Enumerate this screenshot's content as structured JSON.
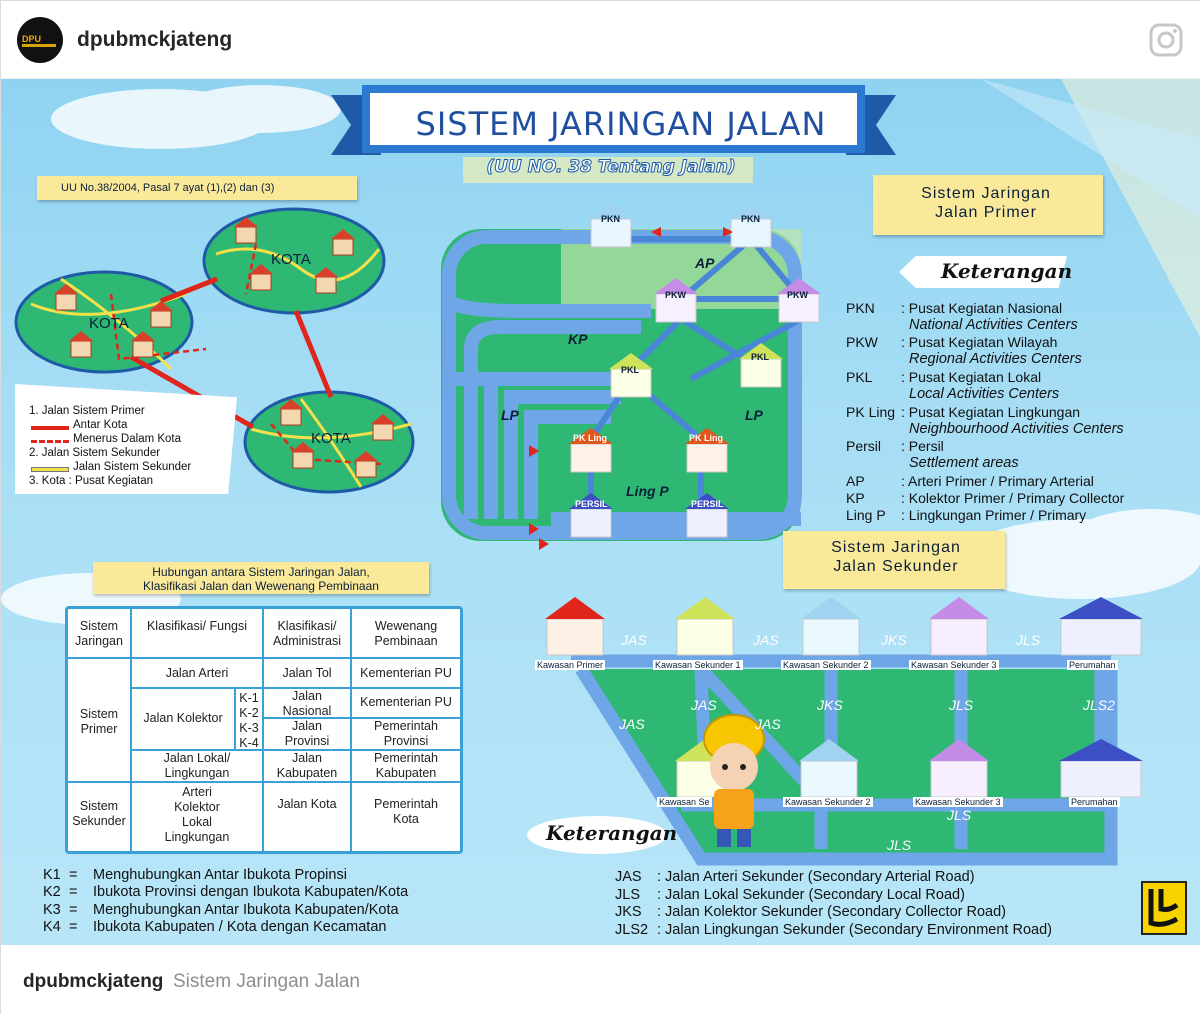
{
  "header": {
    "username": "dpubmckjateng",
    "avatar_icon": "dpu-logo-icon",
    "app_icon": "instagram-icon"
  },
  "post": {
    "title": "SISTEM JARINGAN JALAN",
    "subtitle": "(UU NO. 38 Tentang Jalan)",
    "uu_reference": "UU No.38/2004, Pasal 7 ayat (1),(2) dan (3)",
    "kota_labels": [
      "KOTA",
      "KOTA",
      "KOTA"
    ],
    "legend_left": [
      "1. Jalan Sistem Primer",
      "Antar Kota",
      "Menerus Dalam Kota",
      "2. Jalan Sistem Sekunder",
      "Jalan Sistem Sekunder",
      "3. Kota : Pusat Kegiatan"
    ],
    "primer": {
      "tag_line1": "Sistem Jaringan",
      "tag_line2": "Jalan Primer",
      "diagram_labels": {
        "pkn": "PKN",
        "pkw": "PKW",
        "pkl": "PKL",
        "pk_ling": "PK Ling",
        "persil": "PERSIL",
        "ap": "AP",
        "kp": "KP",
        "lp": "LP",
        "ling_p": "Ling P"
      }
    },
    "keterangan_title": "Keterangan",
    "keterangan_primer": [
      {
        "abbr": "PKN",
        "desc": ": Pusat Kegiatan Nasional",
        "en": "National Activities Centers"
      },
      {
        "abbr": "PKW",
        "desc": ": Pusat Kegiatan Wilayah",
        "en": "Regional Activities Centers"
      },
      {
        "abbr": "PKL",
        "desc": ": Pusat Kegiatan Lokal",
        "en": "Local Activities Centers"
      },
      {
        "abbr": "PK Ling",
        "desc": ": Pusat Kegiatan Lingkungan",
        "en": "Neighbourhood Activities Centers"
      },
      {
        "abbr": "Persil",
        "desc": ": Persil",
        "en": "Settlement areas"
      },
      {
        "abbr": "AP",
        "desc": ": Arteri Primer / Primary Arterial",
        "en": ""
      },
      {
        "abbr": "KP",
        "desc": ": Kolektor Primer / Primary Collector",
        "en": ""
      },
      {
        "abbr": "Ling P",
        "desc": ": Lingkungan Primer / Primary",
        "en": ""
      }
    ],
    "sekunder": {
      "tag_line1": "Sistem Jaringan",
      "tag_line2": "Jalan Sekunder",
      "kawasan_top": [
        "Kawasan Primer",
        "Kawasan Sekunder 1",
        "Kawasan Sekunder 2",
        "Kawasan Sekunder 3",
        "Perumahan"
      ],
      "kawasan_bottom": [
        "Kawasan Se",
        "Kawasan Sekunder 2",
        "Kawasan Sekunder 3",
        "Perumahan"
      ],
      "road_labels": {
        "jas": "JAS",
        "jks": "JKS",
        "jls": "JLS",
        "jls2": "JLS2"
      }
    },
    "hubungan_title_line1": "Hubungan antara Sistem Jaringan Jalan,",
    "hubungan_title_line2": "Klasifikasi Jalan dan Wewenang Pembinaan",
    "table": {
      "headers": [
        "Sistem Jaringan",
        "Klasifikasi/ Fungsi",
        "Klasifikasi/ Administrasi",
        "Wewenang Pembinaan"
      ],
      "sistem_primer": "Sistem Primer",
      "sistem_sekunder": "Sistem Sekunder",
      "jalan_arteri": "Jalan Arteri",
      "jalan_tol": "Jalan Tol",
      "kementerian_pu_1": "Kementerian PU",
      "jalan_kolektor": "Jalan Kolektor",
      "k_levels": [
        "K-1",
        "K-2",
        "K-3",
        "K-4"
      ],
      "jalan_nasional": "Jalan Nasional",
      "kementerian_pu_2": "Kementerian PU",
      "jalan_provinsi": "Jalan Provinsi",
      "pemerintah_provinsi": "Pemerintah Provinsi",
      "jalan_lokal": "Jalan Lokal/ Lingkungan",
      "jalan_kabupaten": "Jalan Kabupaten",
      "pemerintah_kabupaten": "Pemerintah Kabupaten",
      "sekunder_fungsi": "Arteri Kolektor Lokal Lingkungan",
      "jalan_kota": "Jalan Kota",
      "pemerintah_kota": "Pemerintah Kota"
    },
    "k_notes": [
      {
        "k": "K1",
        "eq": "=",
        "text": "Menghubungkan Antar Ibukota Propinsi"
      },
      {
        "k": "K2",
        "eq": "=",
        "text": "Ibukota Provinsi dengan Ibukota Kabupaten/Kota"
      },
      {
        "k": "K3",
        "eq": "=",
        "text": "Menghubungkan Antar Ibukota Kabupaten/Kota"
      },
      {
        "k": "K4",
        "eq": "=",
        "text": "Ibukota Kabupaten / Kota dengan Kecamatan"
      }
    ],
    "keterangan_sekunder": [
      {
        "abbr": "JAS",
        "desc": ": Jalan Arteri Sekunder (Secondary Arterial Road)"
      },
      {
        "abbr": "JLS",
        "desc": ": Jalan Lokal Sekunder (Secondary Local Road)"
      },
      {
        "abbr": "JKS",
        "desc": ": Jalan Kolektor Sekunder (Secondary Collector Road)"
      },
      {
        "abbr": "JLS2",
        "desc": ": Jalan Lingkungan Sekunder (Secondary Environment Road)"
      }
    ],
    "colors": {
      "sky": "#a7def5",
      "road": "#6fa6e8",
      "grass": "#2eb873",
      "red_road": "#e0261a",
      "yellow_road": "#f4e04a",
      "banner_blue": "#2d79d1"
    }
  },
  "caption": {
    "username": "dpubmckjateng",
    "text": "Sistem Jaringan Jalan"
  }
}
